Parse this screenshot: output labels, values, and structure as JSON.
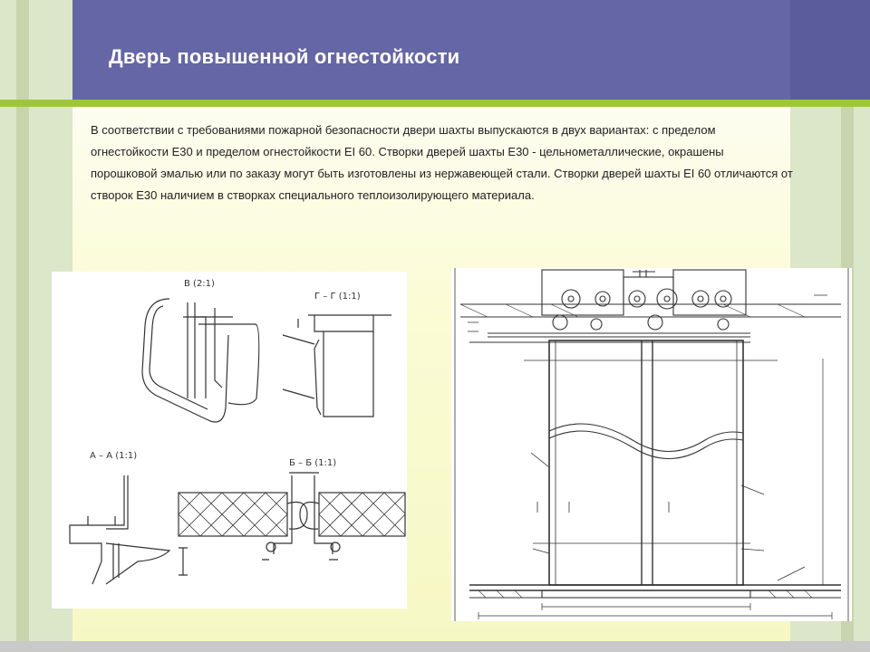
{
  "slide": {
    "title": "Дверь повышенной огнестойкости",
    "body": "В соответствии с требованиями пожарной безопасности двери шахты выпускаются в двух вариантах: с пределом огнестойкости Е30 и пределом огнестойкости EI 60. Створки дверей шахты Е30 - цельнометаллические, окрашены порошковой эмалью или по заказу могут быть изготовлены из нержавеющей стали. Створки дверей шахты EI 60 отличаются от створок Е30 наличием в створках специального теплоизолирующего материала."
  },
  "drawing_left": {
    "label_b": "В (2:1)",
    "label_gg": "Г – Г (1:1)",
    "label_aa": "А – А (1:1)",
    "label_bb": "Б – Б (1:1)"
  },
  "colors": {
    "header": "#6566a6",
    "accent_line": "#9fc63b",
    "side_band": "#dce6c9",
    "title_text": "#ffffff"
  }
}
